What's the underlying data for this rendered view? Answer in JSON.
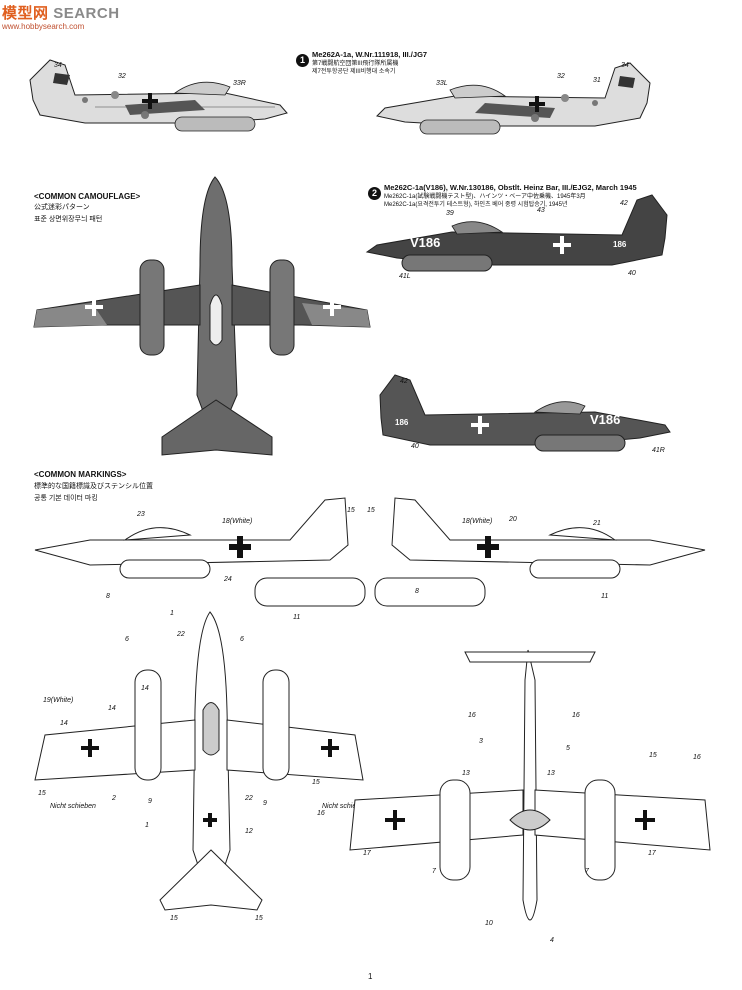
{
  "watermark": {
    "brand": "模型网",
    "search": "SEARCH",
    "url": "www.hobbysearch.com"
  },
  "version1": {
    "badge": "1",
    "title": "Me262A-1a, W.Nr.111918, III./JG7",
    "line_jp": "第7戦闘航空団第III飛行隊所属機",
    "line_kr": "제7전투항공단 제III비행대 소속기"
  },
  "version2": {
    "badge": "2",
    "title": "Me262C-1a(V186), W.Nr.130186, Obstlt. Heinz Bar, III./EJG2, March 1945",
    "line_jp": "Me262C-1a(試験戦闘機テスト型)、ハインツ・ベーア中佐乗機、1945年3月",
    "line_kr": "Me262C-1a(요격전투기 테스트형), 하인츠 베어 중령 시험탑승기, 1945년"
  },
  "camouflage": {
    "heading": "<COMMON CAMOUFLAGE>",
    "jp": "公式迷彩パターン",
    "kr": "표준 상면위장무늬 패턴"
  },
  "markings": {
    "heading": "<COMMON MARKINGS>",
    "jp": "標準的な国籍標識及びステンシル位置",
    "kr": "공통 기본 데이터 마킹"
  },
  "callouts": {
    "v1_left": [
      "34",
      "32",
      "33R"
    ],
    "v1_right": [
      "33L",
      "32",
      "31",
      "34"
    ],
    "v2_top": [
      "39",
      "43",
      "42",
      "41L",
      "40"
    ],
    "v2_bottom": [
      "42",
      "40",
      "41R"
    ],
    "side_left": [
      "23",
      "18(White)",
      "15",
      "24",
      "8",
      "11"
    ],
    "side_right": [
      "15",
      "18(White)",
      "20",
      "21",
      "8",
      "11"
    ],
    "bottom_view": [
      "1",
      "6",
      "22",
      "14",
      "19(White)",
      "14",
      "14",
      "2",
      "9",
      "9",
      "15",
      "1",
      "22",
      "12",
      "15",
      "15",
      "15"
    ],
    "top_view": [
      "16",
      "16",
      "3",
      "5",
      "15",
      "16",
      "13",
      "13",
      "17",
      "17",
      "7",
      "7",
      "10",
      "4",
      "16",
      "6"
    ]
  },
  "codes": {
    "v186": "V186",
    "tail186": "186",
    "nicht": "Nicht schieben"
  },
  "page": {
    "number": "1"
  }
}
